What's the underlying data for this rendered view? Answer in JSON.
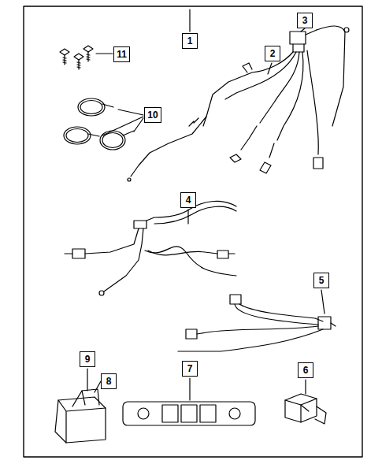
{
  "diagram": {
    "nodes": [
      {
        "text": [
          "1"
        ]
      },
      {
        "text": [
          "3"
        ]
      },
      {
        "text": [
          "2"
        ]
      },
      {
        "text": [
          "11"
        ]
      },
      {
        "text": [
          "10"
        ]
      },
      {
        "text": [
          "4"
        ]
      },
      {
        "text": [
          "5"
        ]
      },
      {
        "text": [
          "9"
        ]
      },
      {
        "text": [
          "8"
        ]
      },
      {
        "text": [
          "7"
        ]
      },
      {
        "text": [
          "6"
        ]
      }
    ]
  }
}
